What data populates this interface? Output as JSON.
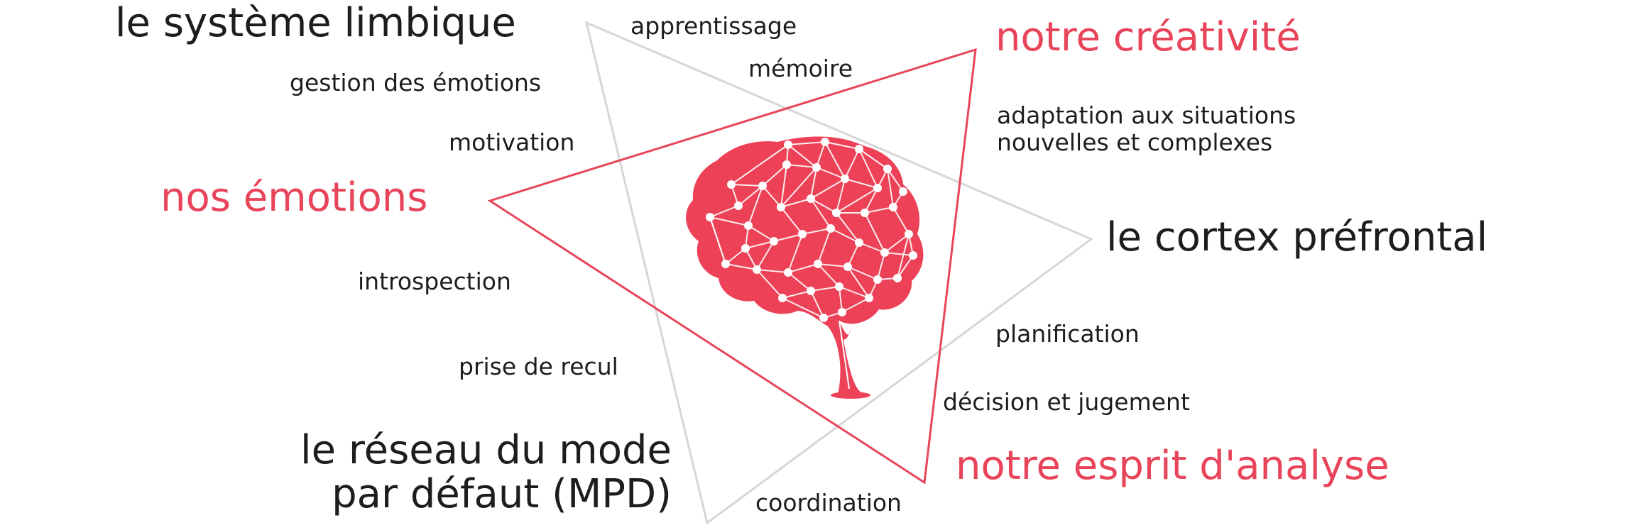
{
  "colors": {
    "accent": "#e8445a",
    "brain": "#ec4157",
    "dark": "#1d1d1d",
    "gray_line": "#d6d6d6",
    "brain_mesh": "#ffffff"
  },
  "labels": {
    "systeme_limbique": "le système limbique",
    "apprentissage": "apprentissage",
    "memoire": "mémoire",
    "notre_creativite": "notre créativité",
    "gestion_emotions": "gestion des émotions",
    "adaptation_line1": "adaptation aux situations",
    "adaptation_line2": "nouvelles et complexes",
    "motivation": "motivation",
    "nos_emotions": "nos émotions",
    "cortex_prefrontal": "le cortex préfrontal",
    "introspection": "introspection",
    "planification": "planification",
    "prise_de_recul": "prise de recul",
    "decision_jugement": "décision et jugement",
    "reseau_line1": "le réseau du mode",
    "reseau_line2": "par défaut (MPD)",
    "notre_esprit_analyse": "notre esprit d'analyse",
    "coordination": "coordination"
  },
  "icons": {
    "brain": "brain-network-icon"
  }
}
